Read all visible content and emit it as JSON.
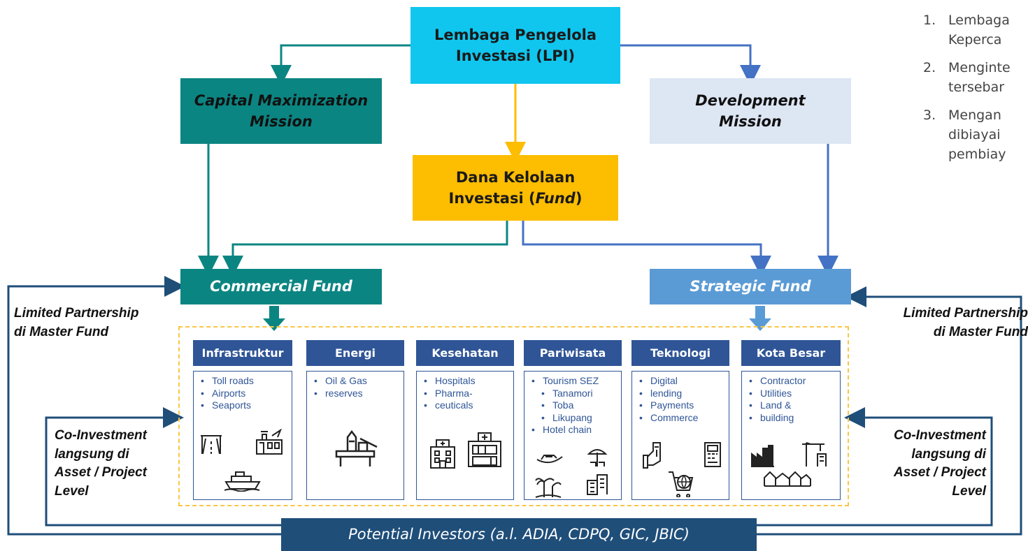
{
  "nodes": {
    "lpi": [
      "Lembaga Pengelola",
      "Investasi (LPI)"
    ],
    "capital_max": [
      "Capital Maximization",
      "Mission"
    ],
    "development": [
      "Development",
      "Mission"
    ],
    "dana": [
      "Dana Kelolaan",
      "Investasi (",
      "Fund",
      ")"
    ],
    "commercial_fund": "Commercial Fund",
    "strategic_fund": "Strategic Fund",
    "investors": "Potential Investors (a.l. ADIA, CDPQ, GIC, JBIC)"
  },
  "side_labels": {
    "left_lp": [
      "Limited Partnership",
      "di Master Fund"
    ],
    "right_lp": [
      "Limited Partnership",
      "di Master Fund"
    ],
    "left_coinv": [
      "Co-Investment",
      "langsung di",
      "Asset / Project",
      "Level"
    ],
    "right_coinv": [
      "Co-Investment",
      "langsung di",
      "Asset / Project",
      "Level"
    ]
  },
  "sectors": [
    {
      "title": "Infrastruktur",
      "items": [
        "Toll roads",
        "Airports",
        "Seaports"
      ],
      "icons": [
        "toll-road-icon",
        "airport-icon",
        "ship-icon"
      ]
    },
    {
      "title": "Energi",
      "items": [
        "Oil & Gas",
        "reserves"
      ],
      "icons": [
        "oil-rig-icon"
      ]
    },
    {
      "title": "Kesehatan",
      "items": [
        "Hospitals",
        "Pharma-",
        "ceuticals"
      ],
      "icons": [
        "hospital-icon",
        "pharmacy-icon"
      ]
    },
    {
      "title": "Pariwisata",
      "items": [
        "Tourism SEZ",
        "Tanamori",
        "Toba",
        "Likupang",
        "Hotel chain"
      ],
      "icons": [
        "boat-icon",
        "beach-icon",
        "palm-island-icon",
        "hotel-icon"
      ]
    },
    {
      "title": "Teknologi",
      "items": [
        "Digital",
        "lending",
        "Payments",
        "Commerce"
      ],
      "icons": [
        "money-hand-icon",
        "pos-terminal-icon",
        "globe-cart-icon"
      ]
    },
    {
      "title": "Kota Besar",
      "items": [
        "Contractor",
        "Utilities",
        "Land &",
        "building"
      ],
      "icons": [
        "factory-icon",
        "crane-icon",
        "houses-icon"
      ]
    }
  ],
  "right_list": [
    {
      "num": "1.",
      "lines": [
        "Lembaga",
        "Keperca"
      ]
    },
    {
      "num": "2.",
      "lines": [
        "Menginte",
        "tersebar"
      ]
    },
    {
      "num": "3.",
      "lines": [
        "Mengan",
        "dibiayai",
        "pembiay"
      ]
    }
  ],
  "colors": {
    "lpi": "#10c6ee",
    "teal": "#0b8582",
    "gold": "#fdbd00",
    "dev": "#dde6f3",
    "strategic": "#5b9bd5",
    "navy": "#1f4e79",
    "sector": "#2f5597",
    "dashed": "#f8c744"
  }
}
